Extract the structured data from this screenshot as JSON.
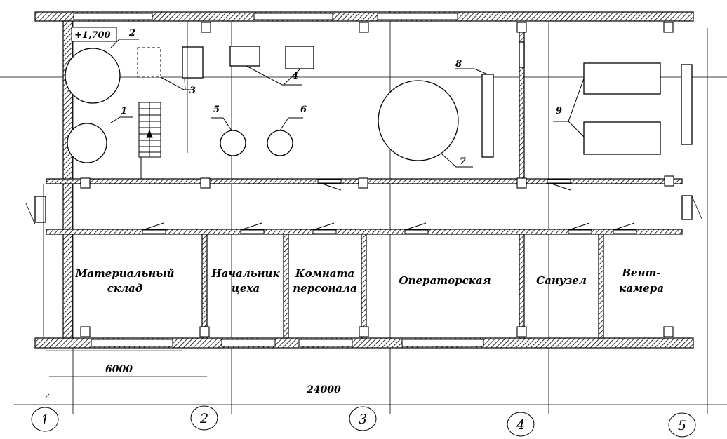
{
  "elevation": "+1,700",
  "axes": [
    "1",
    "2",
    "3",
    "4",
    "5"
  ],
  "dimensions": {
    "span": "6000",
    "total": "24000"
  },
  "rooms": {
    "storage": [
      "Материальный",
      "склад"
    ],
    "chief": [
      "Начальник",
      "цеха"
    ],
    "staff": [
      "Комната",
      "персонала"
    ],
    "operator": [
      "Операторская"
    ],
    "wc": [
      "Санузел"
    ],
    "vent": [
      "Вент-",
      "камера"
    ]
  },
  "markers": [
    "1",
    "2",
    "3",
    "4",
    "5",
    "6",
    "7",
    "8",
    "9"
  ],
  "colors": {
    "line": "#000000",
    "background": "#ffffff"
  }
}
